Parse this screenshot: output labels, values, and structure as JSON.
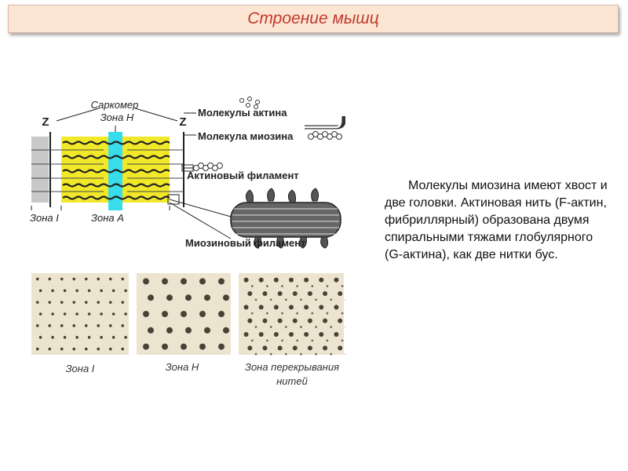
{
  "slide": {
    "title": "Строение мышц",
    "paragraph": "Молекулы миозина имеют хвост и две головки. Актиновая нить (F-актин, фибриллярный) образована двумя спиральными тяжами глобулярного (G-актина), как две нитки бус."
  },
  "diagram": {
    "labels": {
      "sarcomere": "Саркомер",
      "zone_h": "Зона Н",
      "z_left": "Z",
      "z_right": "Z",
      "zone_i": "Зона I",
      "zone_a": "Зона А",
      "actin_molecules": "Молекулы актина",
      "myosin_molecule": "Молекула миозина",
      "actin_filament": "Актиновый филамент",
      "myosin_filament": "Миозиновый филамент"
    }
  },
  "micrographs": {
    "panels": [
      {
        "label_lines": [
          "Зона I"
        ]
      },
      {
        "label_lines": [
          "Зона Н"
        ]
      },
      {
        "label_lines": [
          "Зона перекрывания",
          "нитей"
        ]
      }
    ]
  },
  "colors": {
    "title_bg": "#fde5d4",
    "title_text": "#c0392b",
    "zone_a": "#f2e82a",
    "zone_h": "#38dcea",
    "zone_i": "#c8c8c8"
  }
}
